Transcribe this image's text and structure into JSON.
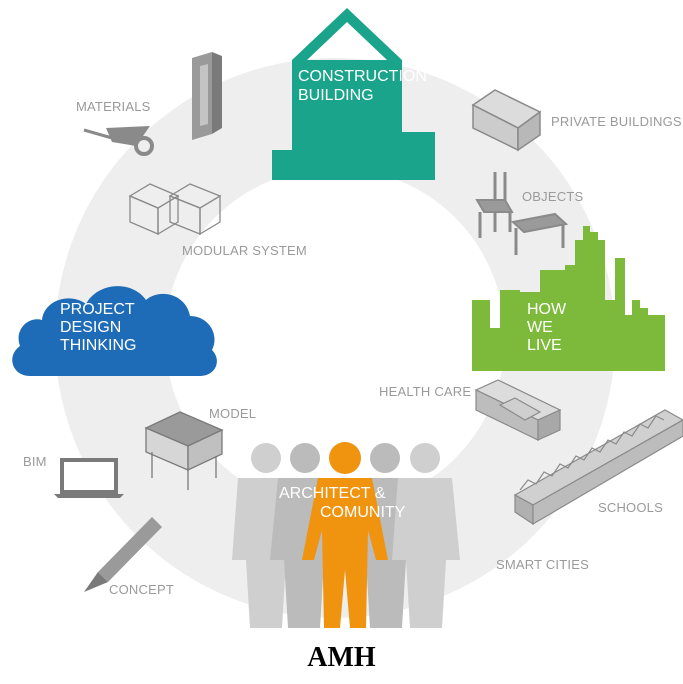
{
  "labels": {
    "construction_1": "CONSTRUCTION",
    "construction_2": "BUILDING",
    "private_buildings": "PRIVATE BUILDINGS",
    "objects": "OBJECTS",
    "how_1": "HOW",
    "how_2": "WE",
    "how_3": "LIVE",
    "health_care": "HEALTH CARE",
    "schools": "SCHOOLS",
    "smart_cities": "SMART CITIES",
    "architect_1": "ARCHITECT &",
    "architect_2": "COMUNITY",
    "concept": "CONCEPT",
    "bim": "BIM",
    "model": "MODEL",
    "project_1": "PROJECT",
    "project_2": "DESIGN",
    "project_3": "THINKING",
    "modular_system": "MODULAR SYSTEM",
    "materials": "MATERIALS"
  },
  "footer": "AMH",
  "colors": {
    "ring": "#eeeeee",
    "teal": "#1aa48c",
    "green": "#7dba3c",
    "blue": "#1e6bb8",
    "orange": "#f0930e",
    "gray_text": "#9a9a9a",
    "icon_gray": "#8a8a8a"
  }
}
